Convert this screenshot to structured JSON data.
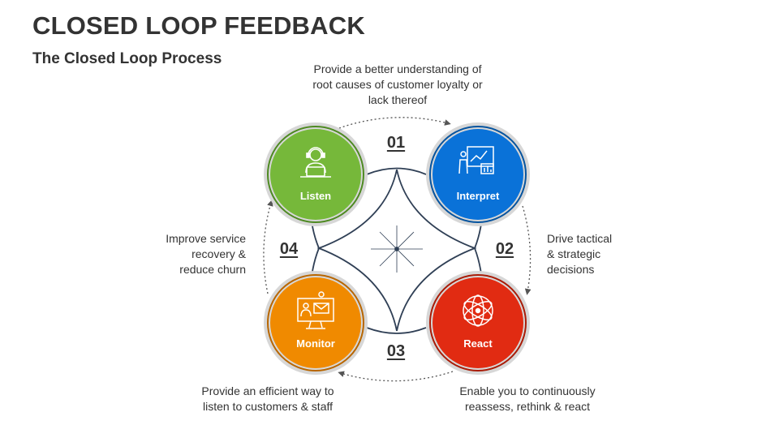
{
  "header": {
    "title": "CLOSED LOOP FEEDBACK",
    "subtitle": "The Closed Loop Process"
  },
  "steps": [
    {
      "number": "01",
      "label": "Listen",
      "color": "#76b83a",
      "icon": "headset-user-icon",
      "note_lines": [
        "Provide a better understanding of",
        "root causes of customer loyalty or",
        "lack thereof"
      ]
    },
    {
      "number": "02",
      "label": "Interpret",
      "color": "#0a72d8",
      "icon": "presentation-chart-icon",
      "note_lines": [
        "Drive tactical",
        "& strategic",
        "decisions"
      ]
    },
    {
      "number": "03",
      "label": "React",
      "color": "#e12b12",
      "icon": "atom-icon",
      "note_lines": [
        "Enable you to continuously",
        "reassess, rethink & react"
      ]
    },
    {
      "number": "04",
      "label": "Monitor",
      "color": "#f08a00",
      "icon": "monitor-users-icon",
      "note_lines": [
        "Provide an efficient way to",
        "listen to customers & staff"
      ]
    }
  ],
  "extra_note": {
    "note_lines": [
      "Improve service",
      "recovery &",
      "reduce churn"
    ]
  },
  "colors": {
    "text": "#333333",
    "connector": "#2f3f55",
    "ring": "#d7d7d7"
  }
}
